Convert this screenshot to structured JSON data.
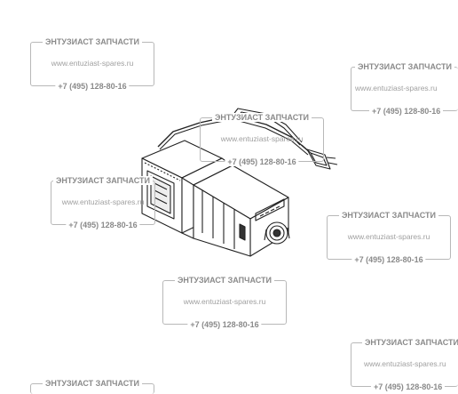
{
  "watermark": {
    "brand": "ЭНТУЗИАСТ ЗАПЧАСТИ",
    "site": "www.entuziast-spares.ru",
    "phone": "+7 (495) 128-80-16"
  },
  "colors": {
    "line": "#222222",
    "watermark_border": "#b8b8b8",
    "watermark_text": "#8a8a8a"
  }
}
